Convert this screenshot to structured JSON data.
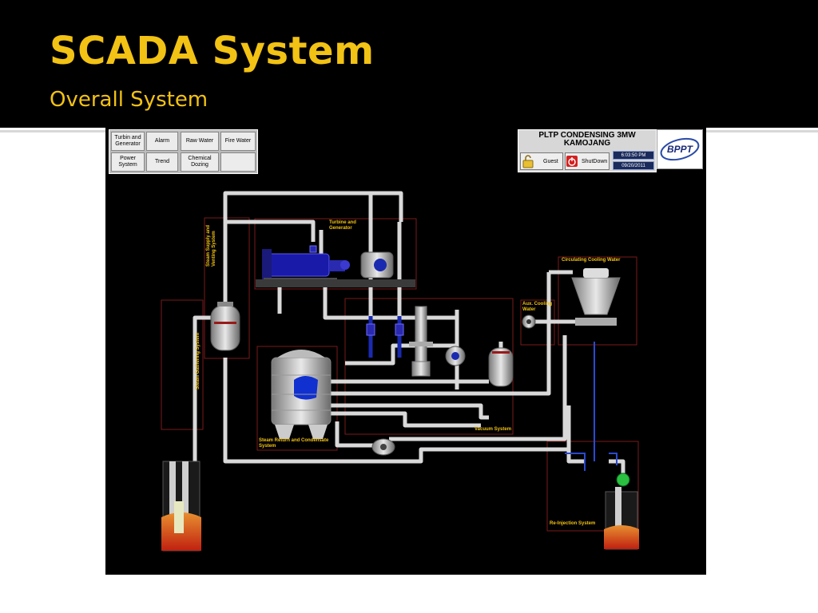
{
  "slide": {
    "title": "SCADA System",
    "subtitle": "Overall System"
  },
  "nav": {
    "turbine_generator": "Turbin and Generator",
    "alarm": "Alarm",
    "raw_water": "Raw Water",
    "fire_water": "Fire Water",
    "power_system": "Power System",
    "trend": "Trend",
    "chemical_dosing": "Chemical Dozing"
  },
  "header": {
    "plant_line1": "PLTP CONDENSING 3MW",
    "plant_line2": "KAMOJANG",
    "guest_label": "Guest",
    "shutdown_label": "ShutDown",
    "time": "6:03:50 PM",
    "date": "09/20/2011",
    "logo_text": "BPPT"
  },
  "systems": {
    "steam_supply": "Steam Supply and Venting System",
    "turbine_generator": "Turbine and Generator",
    "circulating_cooling": "Circulating Cooling Water",
    "aux_cooling": "Aux. Cooling Water",
    "steam_gathering": "Steam Gathering System",
    "vacuum": "Vacuum System",
    "steam_return": "Steam Return and Condensate System",
    "reinjection": "Re-Injection System"
  },
  "colors": {
    "accent": "#f2c214",
    "pipe": "#d9d9d9",
    "border": "#7a1a1a",
    "water": "#1030d0"
  }
}
